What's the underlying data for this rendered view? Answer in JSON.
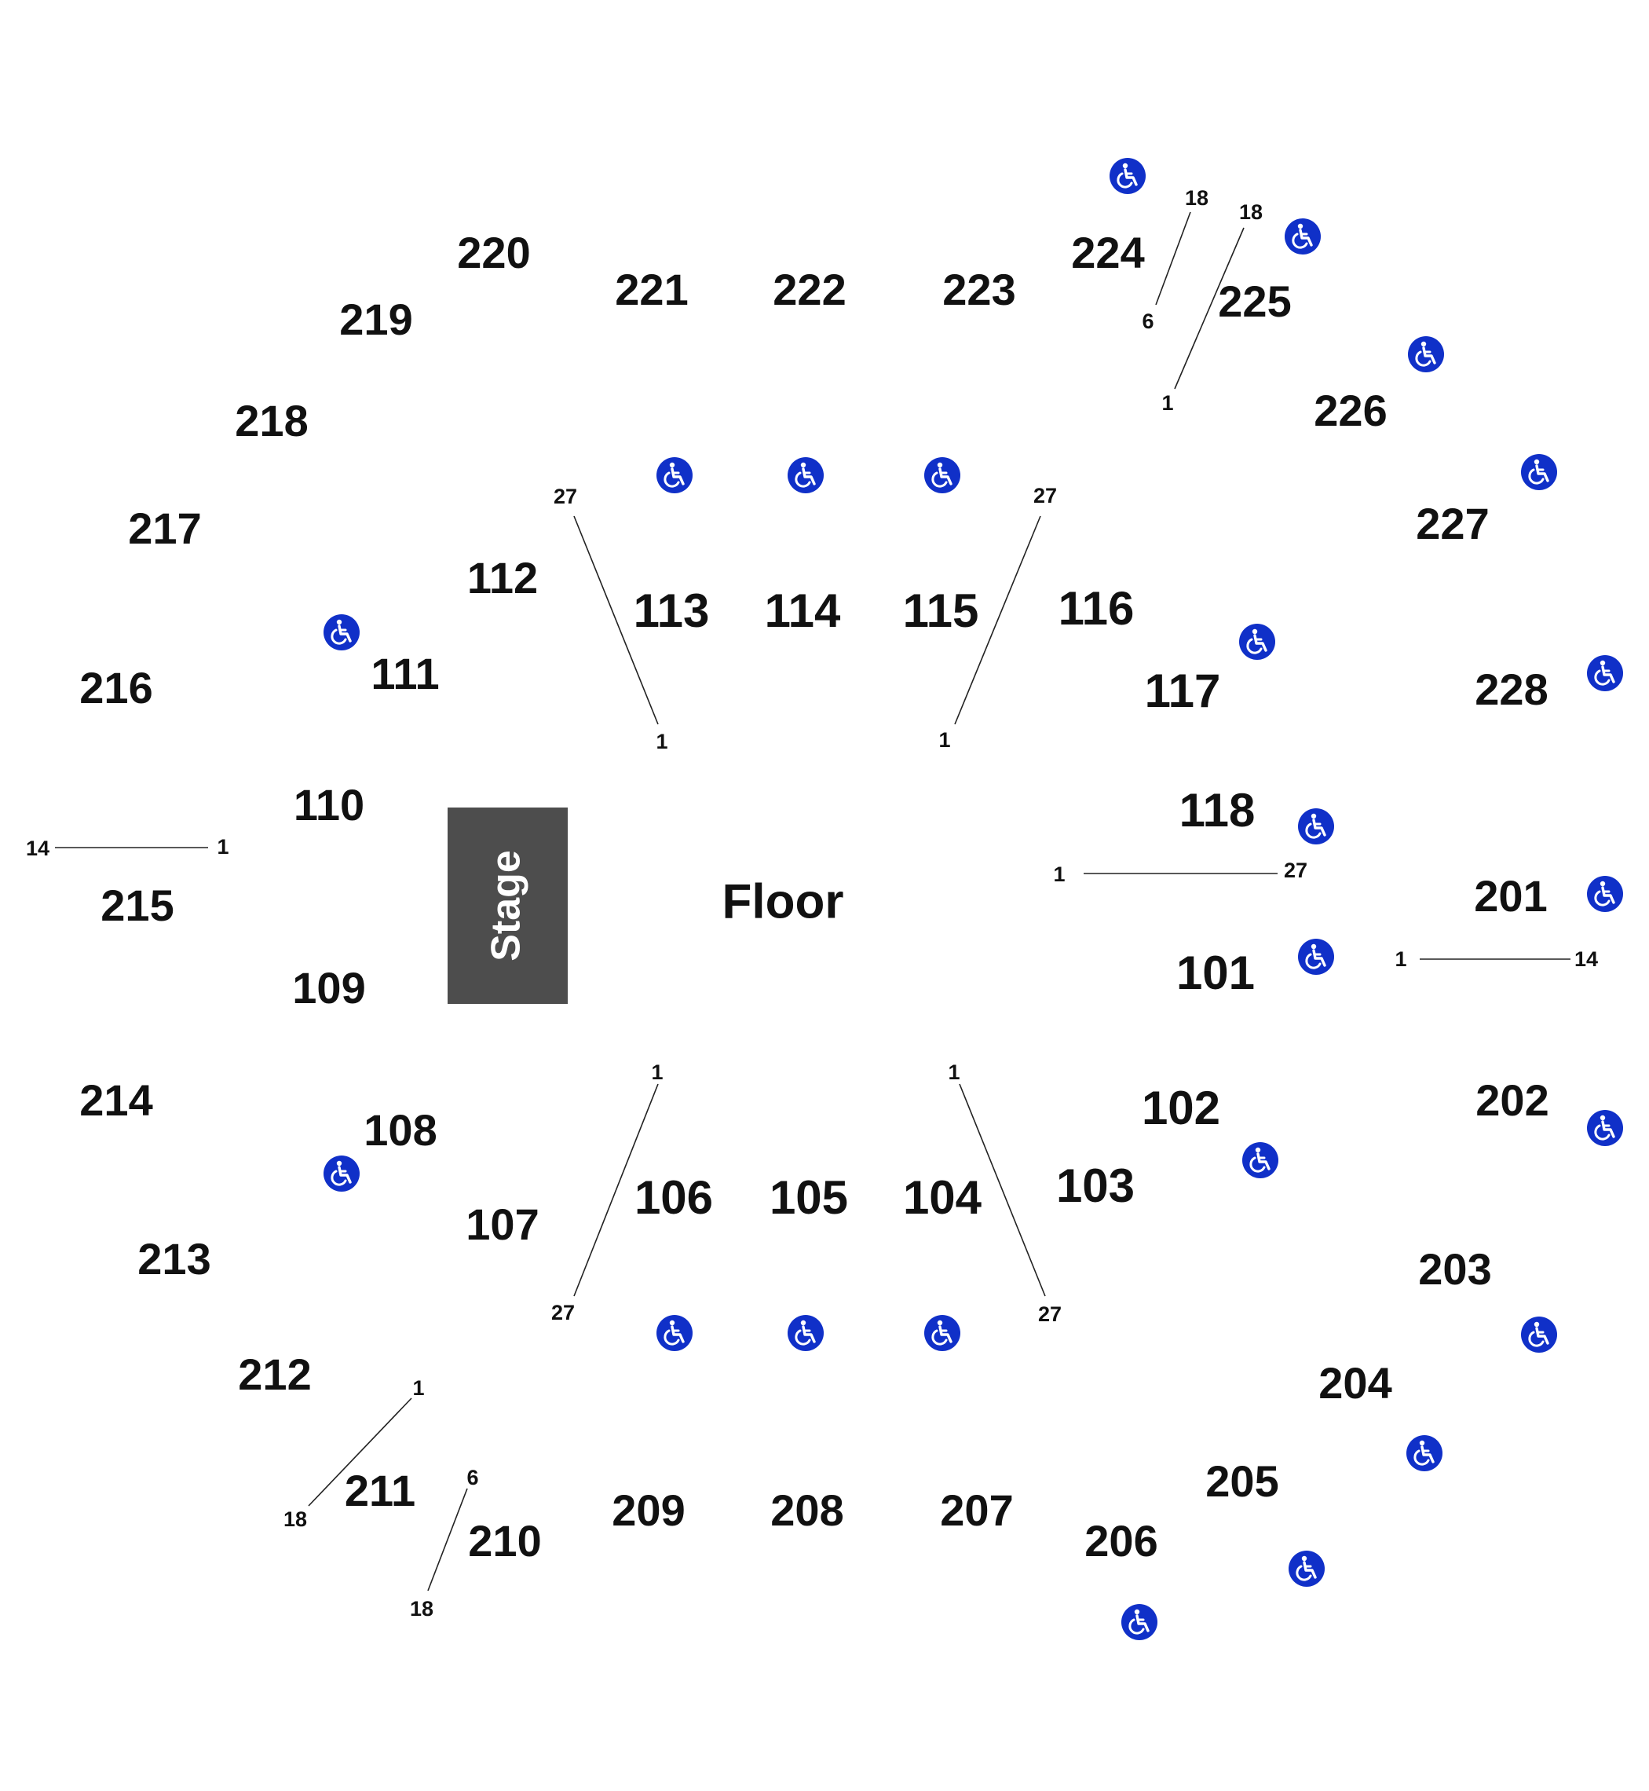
{
  "stage": {
    "label": "Stage",
    "color": "#4d4d4d"
  },
  "floor": {
    "label": "Floor"
  },
  "colors": {
    "accessible_icon": "#1030c8",
    "text": "#111111"
  },
  "icons": {
    "accessible": "wheelchair-icon"
  },
  "sections_100": [
    "101",
    "102",
    "103",
    "104",
    "105",
    "106",
    "107",
    "108",
    "109",
    "110",
    "111",
    "112",
    "113",
    "114",
    "115",
    "116",
    "117",
    "118"
  ],
  "sections_200": [
    "201",
    "202",
    "203",
    "204",
    "205",
    "206",
    "207",
    "208",
    "209",
    "210",
    "211",
    "212",
    "213",
    "214",
    "215",
    "216",
    "217",
    "218",
    "219",
    "220",
    "221",
    "222",
    "223",
    "224",
    "225",
    "226",
    "227",
    "228"
  ],
  "row_labels": {
    "first_row": "1",
    "last_row_floor": "27",
    "last_row_side": "14",
    "last_row_corner": "18",
    "mid_row_corner": "6"
  }
}
